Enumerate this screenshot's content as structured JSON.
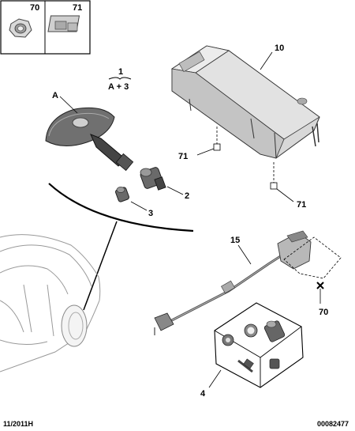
{
  "callouts": {
    "c70_top": "70",
    "c71_top": "71",
    "c1": "1",
    "c1_sub": "A + 3",
    "cA": "A",
    "c10": "10",
    "c71_left": "71",
    "c71_right": "71",
    "c2": "2",
    "c3": "3",
    "c15": "15",
    "c70_mid": "70",
    "c4": "4"
  },
  "footer": {
    "date_code": "11/2011H",
    "doc_number": "00082477"
  }
}
